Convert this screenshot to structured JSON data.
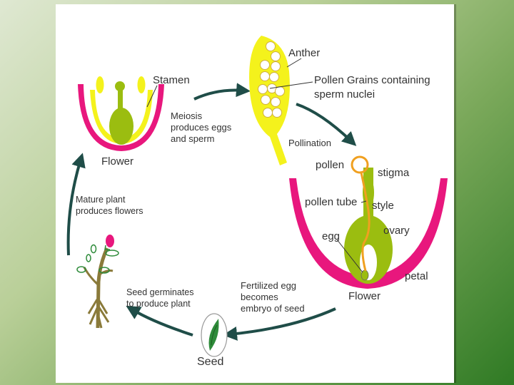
{
  "labels": {
    "anther": "Anther",
    "stamen": "Stamen",
    "pollen_grains_line1": "Pollen Grains containing",
    "pollen_grains_line2": "sperm nuclei",
    "meiosis_line1": "Meiosis",
    "meiosis_line2": "produces eggs",
    "meiosis_line3": "and sperm",
    "pollination": "Pollination",
    "flower_left": "Flower",
    "pollen": "pollen",
    "stigma": "stigma",
    "mature_line1": "Mature plant",
    "mature_line2": "produces flowers",
    "pollen_tube": "pollen tube",
    "style": "style",
    "ovary": "ovary",
    "egg": "egg",
    "petal": "petal",
    "flower_right": "Flower",
    "fertilized_line1": "Fertilized egg",
    "fertilized_line2": "becomes",
    "fertilized_line3": "embryo of seed",
    "germinates_line1": "Seed germinates",
    "germinates_line2": "to produce plant",
    "seed": "Seed"
  },
  "colors": {
    "petal": "#e8177d",
    "stamen": "#f4f21c",
    "ovary": "#9bbd10",
    "pollen_tube": "#f0a020",
    "arrow": "#1f4d48",
    "stem": "#8a7a3a",
    "leaf": "#2e8b3a"
  }
}
